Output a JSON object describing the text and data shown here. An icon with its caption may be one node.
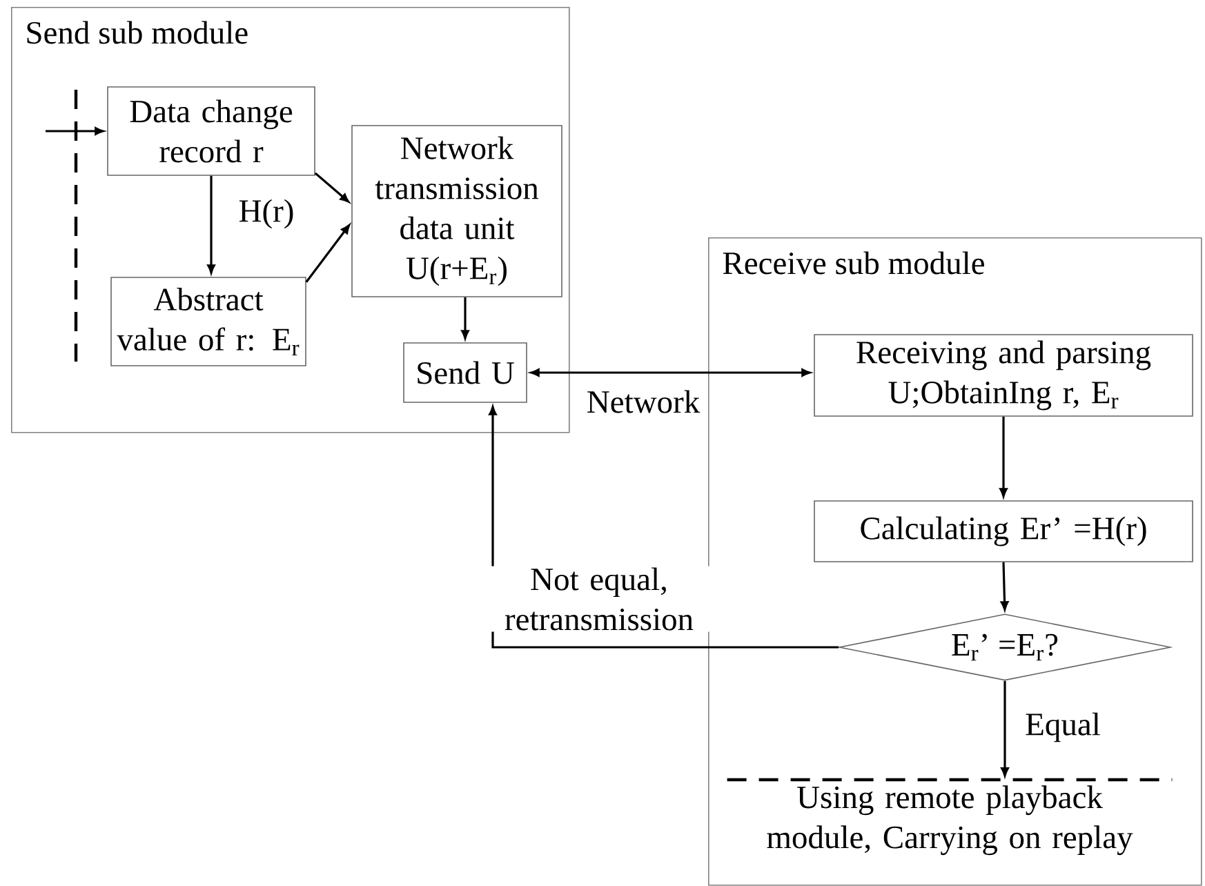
{
  "diagram": {
    "nodes": [
      {
        "text": [
          "Send sub module"
        ]
      },
      {
        "text": [
          "Data change record r"
        ],
        "in": 0
      },
      {
        "text": [
          "Abstract value of r: E$_{r}$"
        ],
        "in": 0
      },
      {
        "text": [
          "Network transmission data unit U(r+E$_{r}$)"
        ],
        "in": 0
      },
      {
        "text": [
          "Send U"
        ],
        "in": 0
      },
      {
        "text": [
          "Receive  sub module"
        ]
      },
      {
        "text": [
          "Receiving and parsing U;ObtainIng r, E$_{r}$"
        ],
        "in": 5
      },
      {
        "text": [
          "Calculating Er’  =H(r)"
        ],
        "in": 5
      },
      {
        "text": [
          "E$_{r}$’  =E$_{r}$?"
        ],
        "in": 5
      },
      {
        "text": [
          "Using remote playback module, Carrying on replay"
        ],
        "in": 5
      }
    ],
    "edges": [
      {
        "from": 1,
        "to": 3,
        "arrow": "to"
      },
      {
        "from": 1,
        "to": 2,
        "arrow": "to",
        "label": "H(r)"
      },
      {
        "from": 2,
        "to": 3,
        "arrow": "to"
      },
      {
        "from": 3,
        "to": 4,
        "arrow": "to"
      },
      {
        "from": 4,
        "to": 6,
        "arrow": "both",
        "label": "Network"
      },
      {
        "from": 6,
        "to": 7,
        "arrow": "to"
      },
      {
        "from": 7,
        "to": 8,
        "arrow": "to"
      },
      {
        "from": 8,
        "to": 4,
        "arrow": "to",
        "label": "Not equal, retransmission"
      },
      {
        "from": 8,
        "to": 9,
        "arrow": "to",
        "label": "Equal"
      },
      {
        "from": null,
        "to": 1,
        "arrow": "to"
      }
    ]
  }
}
